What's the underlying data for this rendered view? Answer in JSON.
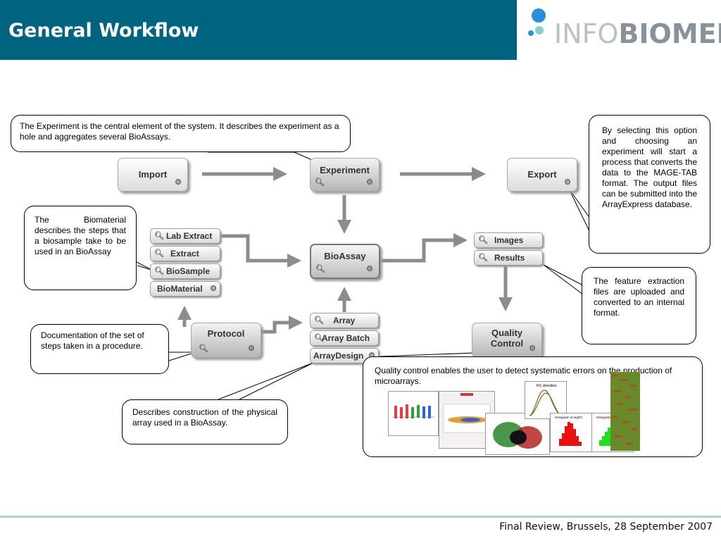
{
  "header": {
    "title": "General Workflow",
    "logo_light": "INFO",
    "logo_dark": "BIOMED"
  },
  "footer": "Final Review, Brussels, 28 September 2007",
  "nodes": {
    "import": "Import",
    "experiment": "Experiment",
    "export": "Export",
    "bioassay": "BioAssay",
    "protocol": "Protocol",
    "quality_control": [
      "Quality",
      "Control"
    ]
  },
  "material_items": [
    "Lab Extract",
    "Extract",
    "BioSample",
    "BioMaterial"
  ],
  "array_items": [
    "Array",
    "Array Batch",
    "ArrayDesign"
  ],
  "result_items": [
    "Images",
    "Results"
  ],
  "callouts": {
    "experiment": "The Experiment is the central element of the system. It describes the experiment as a hole and aggregates several BioAssays.",
    "export": "By selecting this option and choosing an experiment will start a process that converts the data to the MAGE-TAB format. The output files can be submitted into the ArrayExpress database.",
    "biomaterial": "The Biomaterial describes the steps that a biosample take to be used in an BioAssay",
    "protocol": "Documentation of the set of steps taken in a procedure.",
    "array": "Describes construction of the physical array used in a BioAssay.",
    "results": "The feature extraction files are uploaded and converted to an internal format.",
    "quality": "Quality control enables the user to detect systematic errors on the production of microarrays."
  },
  "qc_thumbnails": {
    "density_title": "RG densities",
    "hist_r_title": "Histogram of log(R)",
    "hist_g_title": "Histogram of log(G)"
  },
  "colors": {
    "header": "#00637f",
    "footer_line": "#a9d7cf",
    "arrow": "#8c8c8c"
  }
}
